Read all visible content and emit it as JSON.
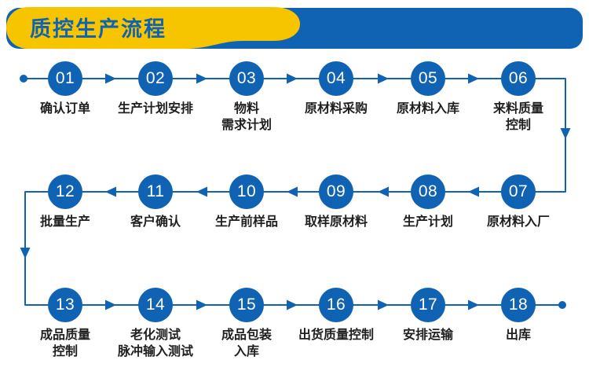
{
  "header": {
    "title": "质控生产流程"
  },
  "colors": {
    "brand_blue": "#0f63b2",
    "brand_yellow": "#f7c500",
    "label_text": "#1f1f1f",
    "circle_number_text": "#ffffff",
    "background": "#ffffff"
  },
  "flow_direction": [
    "row1: left-to-right",
    "row2: right-to-left",
    "row3: left-to-right"
  ],
  "steps": [
    {
      "num": "01",
      "label": "确认订单"
    },
    {
      "num": "02",
      "label": "生产计划安排"
    },
    {
      "num": "03",
      "label": "物料\n需求计划"
    },
    {
      "num": "04",
      "label": "原材料采购"
    },
    {
      "num": "05",
      "label": "原材料入库"
    },
    {
      "num": "06",
      "label": "来料质量\n控制"
    },
    {
      "num": "07",
      "label": "原材料入厂"
    },
    {
      "num": "08",
      "label": "生产计划"
    },
    {
      "num": "09",
      "label": "取样原材料"
    },
    {
      "num": "10",
      "label": "生产前样品"
    },
    {
      "num": "11",
      "label": "客户确认"
    },
    {
      "num": "12",
      "label": "批量生产"
    },
    {
      "num": "13",
      "label": "成品质量\n控制"
    },
    {
      "num": "14",
      "label": "老化测试\n脉冲输入测试"
    },
    {
      "num": "15",
      "label": "成品包装\n入库"
    },
    {
      "num": "16",
      "label": "出货质量控制"
    },
    {
      "num": "17",
      "label": "安排运输"
    },
    {
      "num": "18",
      "label": "出库"
    }
  ]
}
